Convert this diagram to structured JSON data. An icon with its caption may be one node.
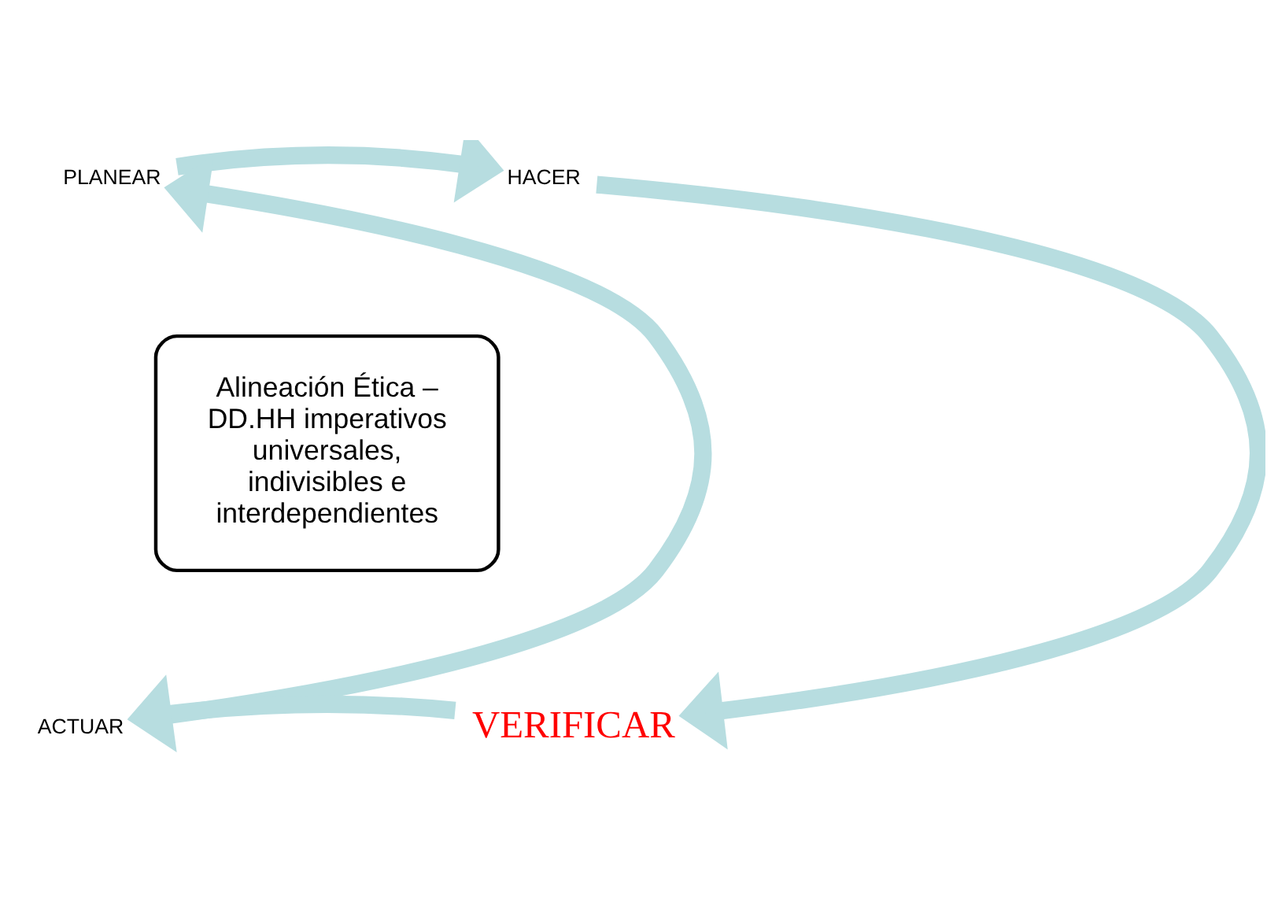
{
  "diagram": {
    "nodes": [
      {
        "text": [
          "PLANEAR"
        ]
      },
      {
        "text": [
          "HACER"
        ]
      },
      {
        "text": [
          "Alineación Ética – DD.HH imperativos universales, indivisibles e interdependientes"
        ]
      },
      {
        "text": [
          "ACTUAR"
        ]
      },
      {
        "text": [
          "VERIFICAR"
        ]
      }
    ],
    "edges": [
      {
        "from": 0,
        "to": 1,
        "arrow": "to"
      },
      {
        "from": 1,
        "to": 4,
        "arrow": "to"
      },
      {
        "from": 4,
        "to": 3,
        "arrow": "to"
      },
      {
        "from": 3,
        "to": 0,
        "arrow": "to"
      }
    ]
  }
}
